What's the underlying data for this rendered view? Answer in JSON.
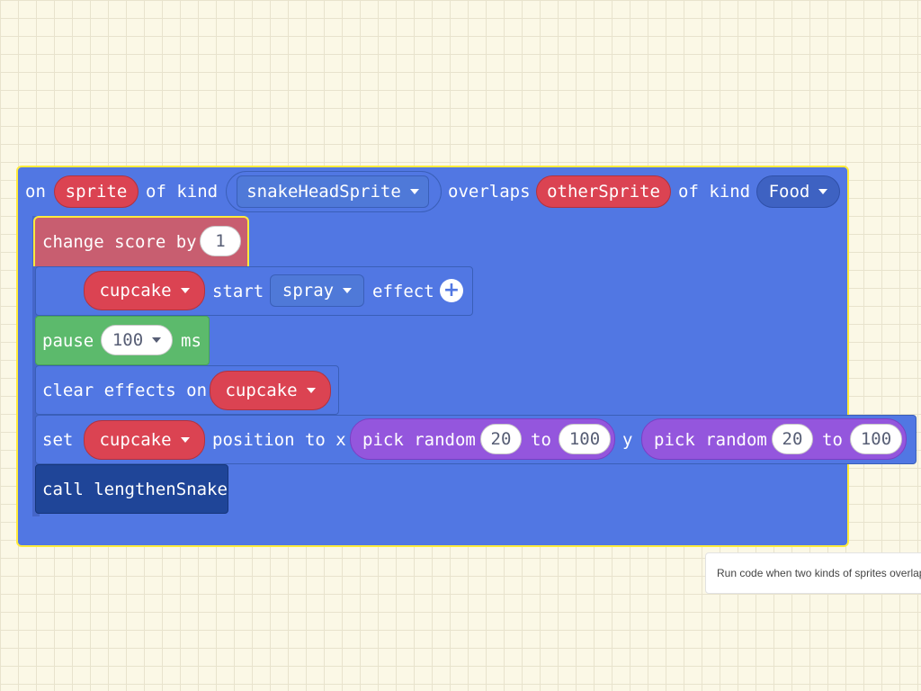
{
  "event_block": {
    "on": "on",
    "sprite_var": "sprite",
    "of_kind_1": "of kind",
    "kind_1": "snakeHeadSprite",
    "overlaps": "overlaps",
    "other_var": "otherSprite",
    "of_kind_2": "of kind",
    "kind_2": "Food"
  },
  "change_score": {
    "label": "change score by",
    "value": "1"
  },
  "effect_block": {
    "sprite": "cupcake",
    "start": "start",
    "effect_name": "spray",
    "effect": "effect"
  },
  "pause_block": {
    "label": "pause",
    "value": "100",
    "unit": "ms"
  },
  "clear_block": {
    "label": "clear effects on",
    "sprite": "cupcake"
  },
  "set_block": {
    "set": "set",
    "sprite": "cupcake",
    "position": "position to x",
    "pick1": "pick random",
    "from1": "20",
    "to1": "to",
    "end1": "100",
    "y": "y",
    "pick2": "pick random",
    "from2": "20",
    "to2": "to",
    "end2": "100"
  },
  "call_block": {
    "label": "call lengthenSnake"
  },
  "tooltip": {
    "text": "Run code when two kinds of sprites overlap"
  },
  "colors": {
    "event": "#5177e3",
    "highlight": "#ffeb3b",
    "score": "#c85e70",
    "pause": "#5cba6c",
    "purple": "#9456dd",
    "call": "#1f4598",
    "variable": "#db4352"
  }
}
